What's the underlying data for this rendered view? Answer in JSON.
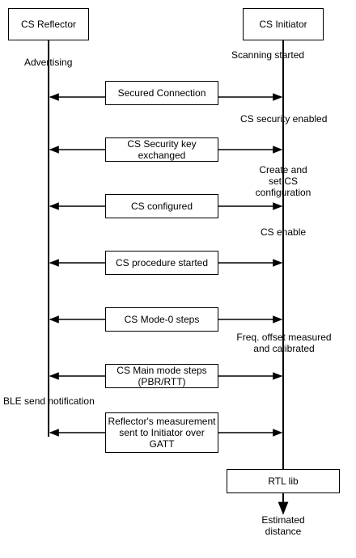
{
  "participants": {
    "reflector": "CS Reflector",
    "initiator": "CS Initiator",
    "rtl_lib": "RTL lib"
  },
  "messages": [
    "Secured Connection",
    "CS Security key\nexchanged",
    "CS configured",
    "CS procedure started",
    "CS Mode-0 steps",
    "CS Main mode steps\n(PBR/RTT)",
    "Reflector's measurement\nsent to Initiator over\nGATT"
  ],
  "reflector_notes": {
    "advertising": "Advertising",
    "ble_send_notification": "BLE send notification"
  },
  "initiator_notes": {
    "scanning_started": "Scanning started",
    "cs_security_enabled": "CS security enabled",
    "create_set_config": "Create and\nset CS configuration",
    "cs_enable": "CS enable",
    "freq_offset": "Freq. offset measured\nand calibrated"
  },
  "output": "Estimated\ndistance"
}
